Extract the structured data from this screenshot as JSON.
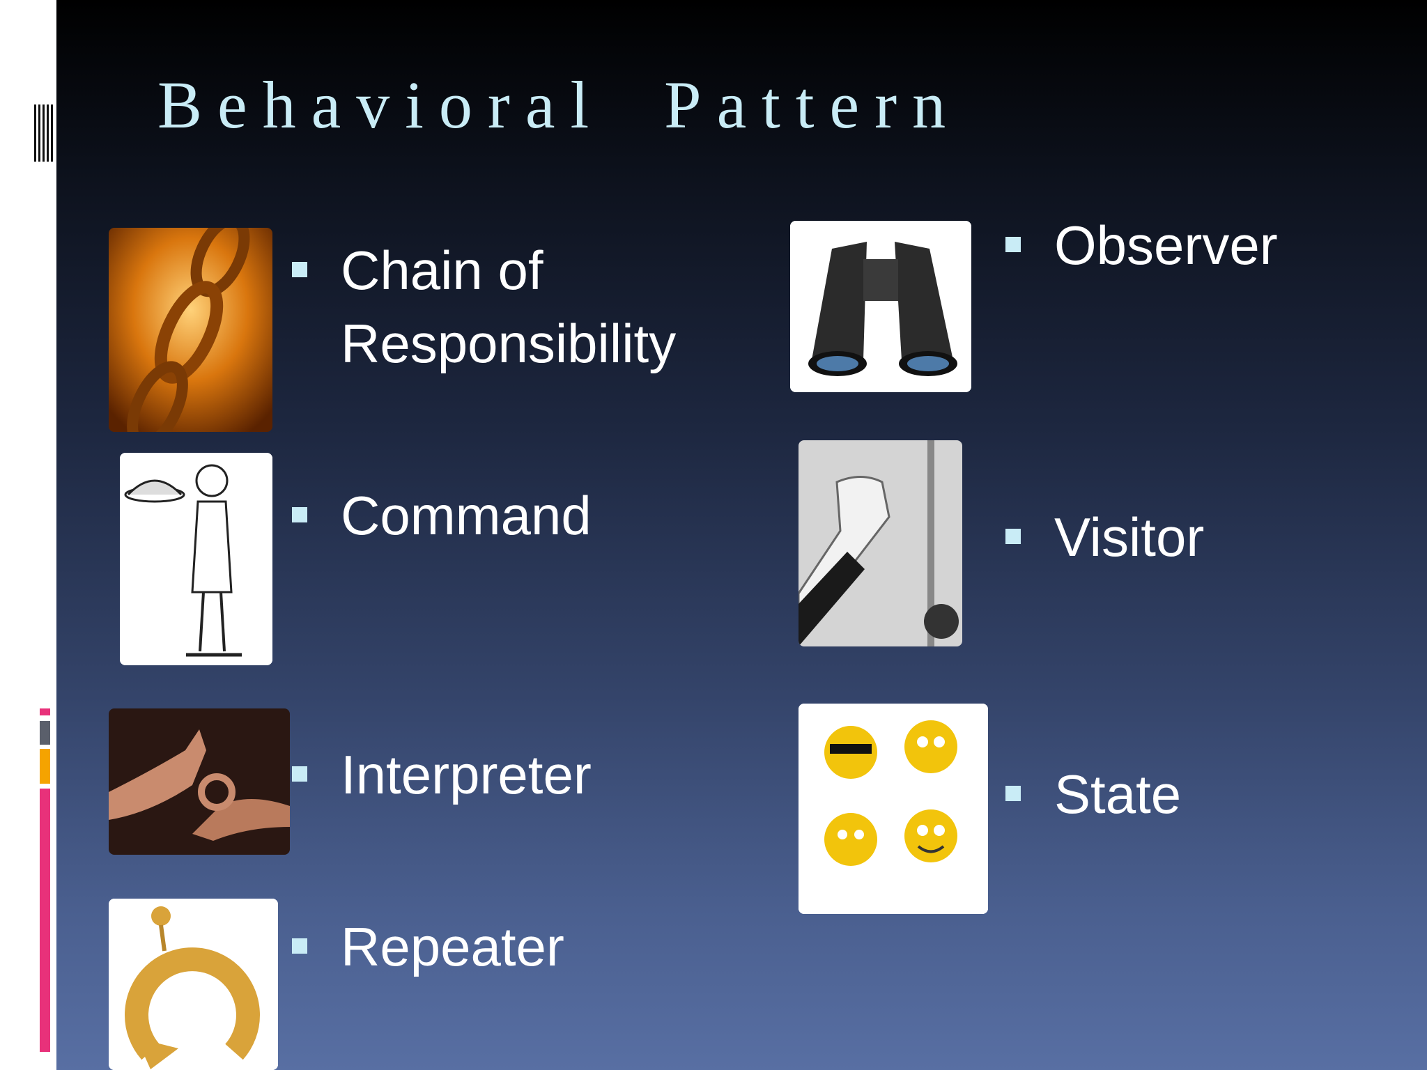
{
  "slide": {
    "title": "Behavioral Pattern",
    "items": [
      {
        "label": "Chain of Responsibility",
        "line1": "Chain of",
        "line2": "Responsibility",
        "icon": "chain-icon"
      },
      {
        "label": "Command",
        "icon": "waiter-icon"
      },
      {
        "label": "Interpreter",
        "icon": "sign-language-icon"
      },
      {
        "label": "Repeater",
        "icon": "repeat-arrow-icon"
      },
      {
        "label": "Observer",
        "icon": "binoculars-icon"
      },
      {
        "label": "Visitor",
        "icon": "knocking-hand-icon"
      },
      {
        "label": "State",
        "icon": "smiley-faces-icon"
      }
    ]
  },
  "colors": {
    "title": "#c9ecf6",
    "bullet": "#c9ecf6",
    "text": "#ffffff",
    "accent_pink": "#e8317a",
    "accent_orange": "#f5a300",
    "accent_gray": "#5a5f6b"
  }
}
